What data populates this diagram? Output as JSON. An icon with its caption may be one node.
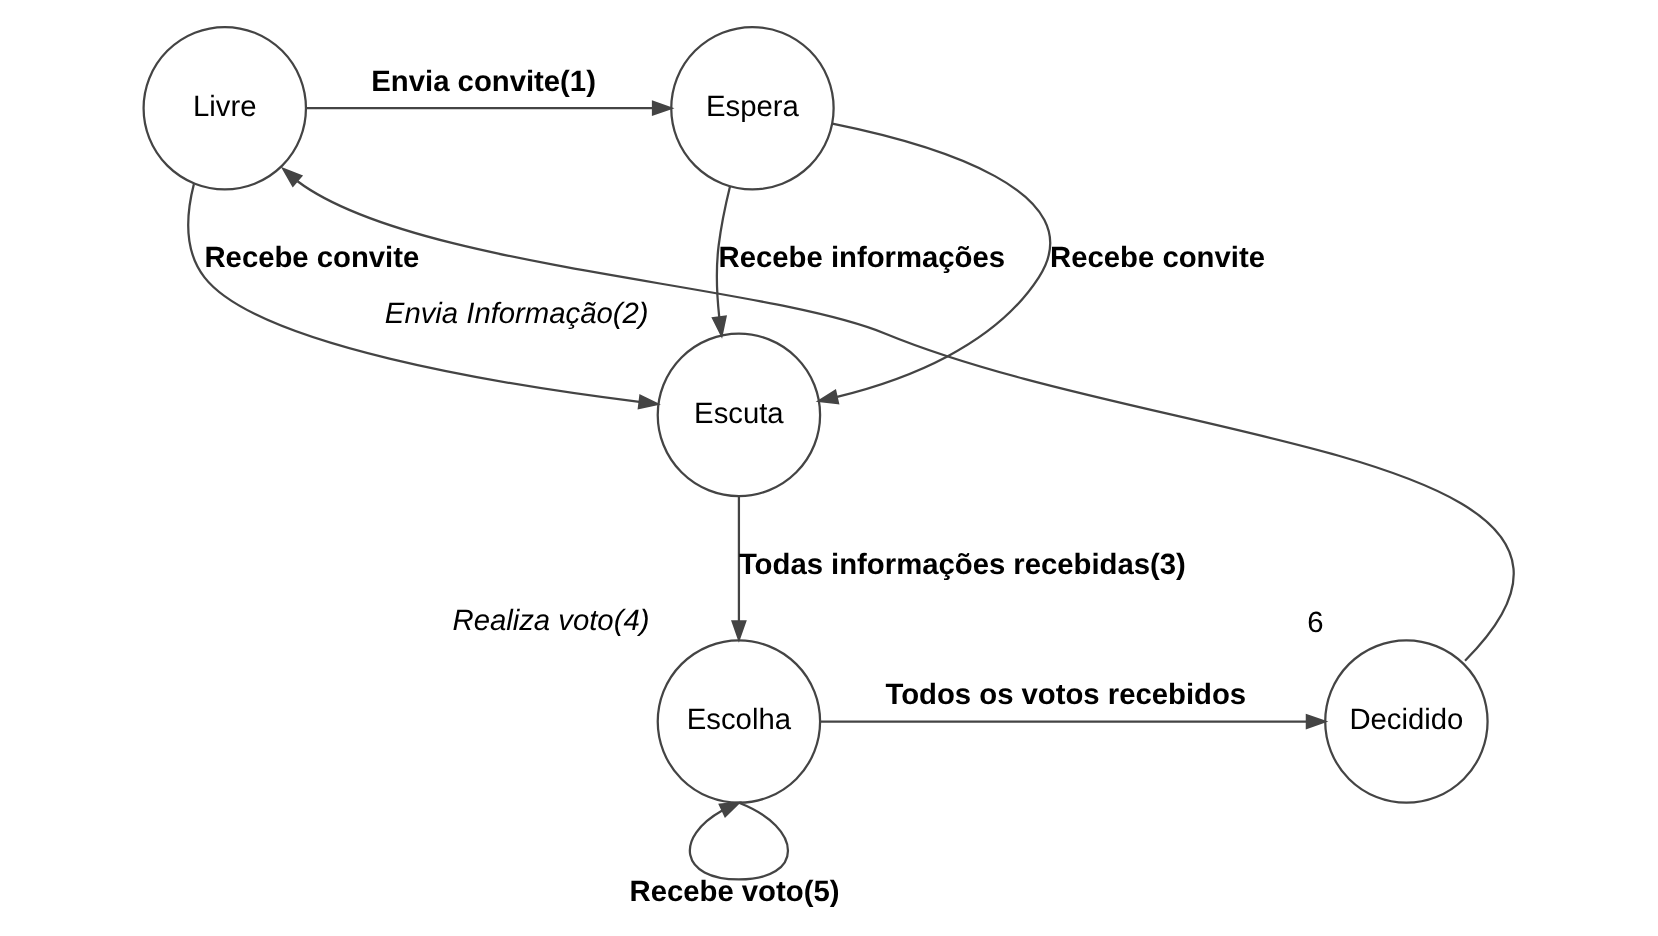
{
  "diagram": {
    "nodes": [
      {
        "text": [
          "Livre"
        ]
      },
      {
        "text": [
          "Espera"
        ]
      },
      {
        "text": [
          "Escuta"
        ],
        "beside": [
          "Envia Informação(2)"
        ]
      },
      {
        "text": [
          "Escolha"
        ],
        "beside": [
          "Realiza voto(4)"
        ]
      },
      {
        "text": [
          "Decidido"
        ],
        "beside": [
          "6"
        ]
      }
    ],
    "edges": [
      {
        "from": 0,
        "to": 1,
        "arrow": "to",
        "label": "Envia convite(1)"
      },
      {
        "from": 1,
        "to": 2,
        "arrow": "to",
        "label": "Recebe informações"
      },
      {
        "from": 1,
        "to": 2,
        "arrow": "to",
        "label": "Recebe convite"
      },
      {
        "from": 0,
        "to": 2,
        "arrow": "to",
        "label": "Recebe convite"
      },
      {
        "from": 2,
        "to": 3,
        "arrow": "to",
        "label": "Todas informações recebidas(3)"
      },
      {
        "from": 3,
        "to": 4,
        "arrow": "to",
        "label": "Todos os votos recebidos"
      },
      {
        "from": 4,
        "to": 0,
        "arrow": "to"
      },
      {
        "from": 3,
        "to": 3,
        "arrow": "to",
        "label": "Recebe voto(5)"
      }
    ]
  }
}
